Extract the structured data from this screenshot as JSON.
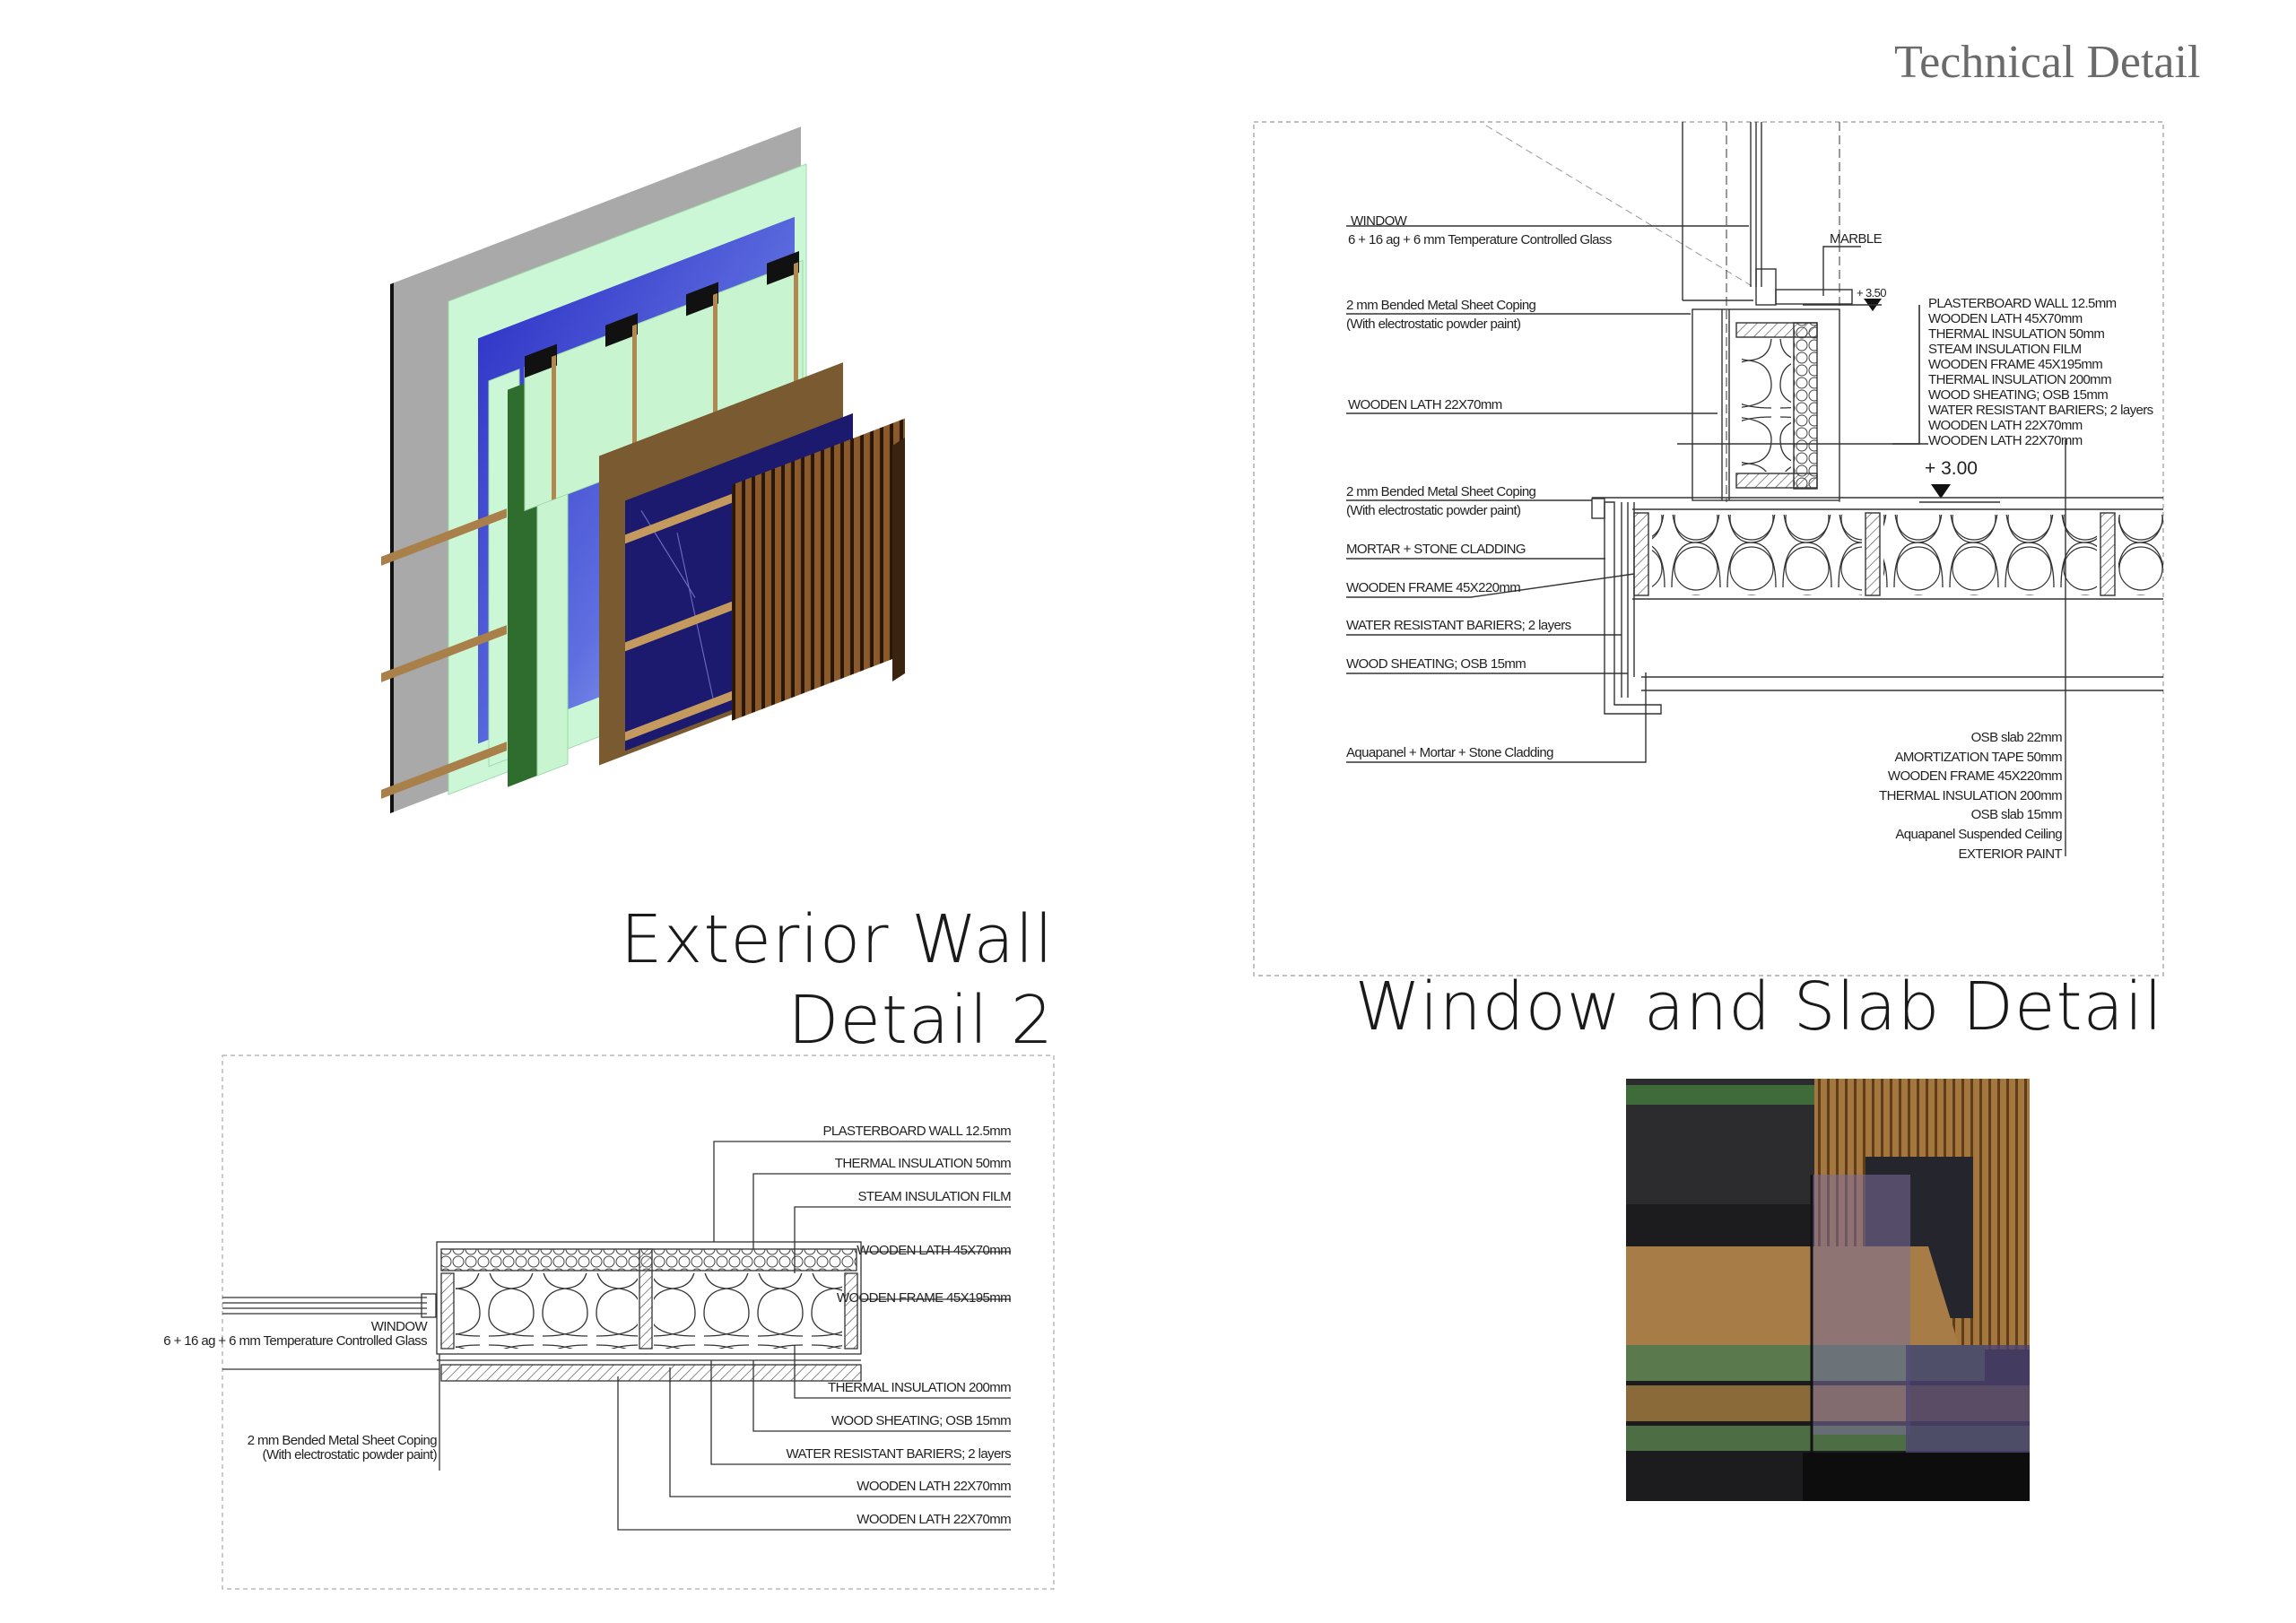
{
  "header": {
    "title": "Technical Detail"
  },
  "exterior_wall": {
    "title_line1": "Exterior Wall",
    "title_line2": "Detail 2"
  },
  "window_slab": {
    "title": "Window and Slab Detail",
    "left_labels": [
      "WINDOW",
      "6 + 16 ag + 6 mm Temperature Controlled Glass",
      "2 mm Bended Metal Sheet Coping",
      "(With electrostatic powder paint)",
      "WOODEN LATH 22X70mm",
      "2 mm Bended Metal Sheet Coping",
      "(With electrostatic powder paint)",
      "MORTAR + STONE CLADDING",
      "WOODEN FRAME 45X220mm",
      "WATER RESISTANT BARIERS; 2 layers",
      "WOOD SHEATING; OSB 15mm",
      "Aquapanel + Mortar + Stone Cladding"
    ],
    "marble_label": "MARBLE",
    "level_350": "+ 3.50",
    "level_300": "+ 3.00",
    "wall_layers": [
      "PLASTERBOARD WALL 12.5mm",
      "WOODEN LATH 45X70mm",
      "THERMAL INSULATION 50mm",
      "STEAM INSULATION FILM",
      "WOODEN FRAME 45X195mm",
      "THERMAL INSULATION 200mm",
      "WOOD SHEATING; OSB 15mm",
      "WATER RESISTANT BARIERS; 2 layers",
      "WOODEN LATH 22X70mm",
      "WOODEN LATH 22X70mm"
    ],
    "slab_layers": [
      "OSB slab 22mm",
      "AMORTIZATION TAPE 50mm",
      "WOODEN FRAME 45X220mm",
      "THERMAL INSULATION 200mm",
      "OSB slab 15mm",
      "Aquapanel Suspended Ceiling",
      "EXTERIOR PAINT"
    ]
  },
  "plan_detail": {
    "top_labels": [
      "PLASTERBOARD WALL 12.5mm",
      "THERMAL INSULATION 50mm",
      "STEAM INSULATION FILM",
      "WOODEN LATH 45X70mm",
      "WOODEN FRAME 45X195mm"
    ],
    "bottom_labels": [
      "THERMAL INSULATION 200mm",
      "WOOD SHEATING; OSB 15mm",
      "WATER RESISTANT BARIERS; 2 layers",
      "WOODEN LATH 22X70mm",
      "WOODEN LATH 22X70mm"
    ],
    "window_label": "WINDOW",
    "glass_label": "6 + 16 ag + 6 mm Temperature Controlled Glass",
    "coping_label": "2 mm Bended Metal Sheet Coping",
    "coping_note": "(With electrostatic powder paint)"
  },
  "colors": {
    "wall_gray": "#a9a9a9",
    "insulation_green": "#ccf7d6",
    "stud_green": "#2f6d2f",
    "membrane_blue": "#3d43cf",
    "osb_brown": "#7a5a30",
    "navy": "#1c1a6e",
    "cladding": "#8a5a2a"
  }
}
